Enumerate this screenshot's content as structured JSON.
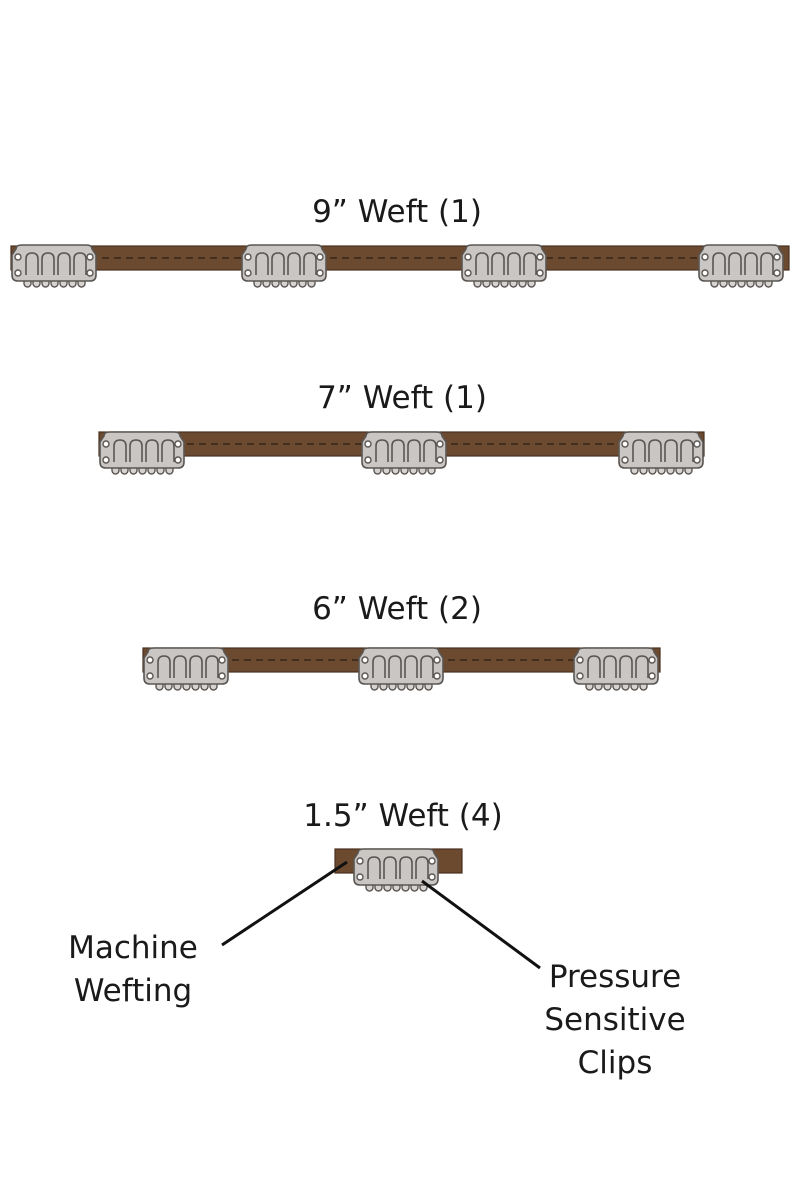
{
  "colors": {
    "weft": "#6b4a2f",
    "weft_edge": "#4a3120",
    "clip": "#c9c6c3",
    "clip_edge": "#5a5653",
    "text": "#1a1a1a"
  },
  "wefts": [
    {
      "title": "9” Weft (1)",
      "clip_count": 4
    },
    {
      "title": "7” Weft (1)",
      "clip_count": 3
    },
    {
      "title": "6” Weft (2)",
      "clip_count": 3
    },
    {
      "title": "1.5” Weft (4)",
      "clip_count": 1
    }
  ],
  "callouts": {
    "wefting": [
      "Machine",
      "Wefting"
    ],
    "clips": [
      "Pressure",
      "Sensitive",
      "Clips"
    ]
  }
}
